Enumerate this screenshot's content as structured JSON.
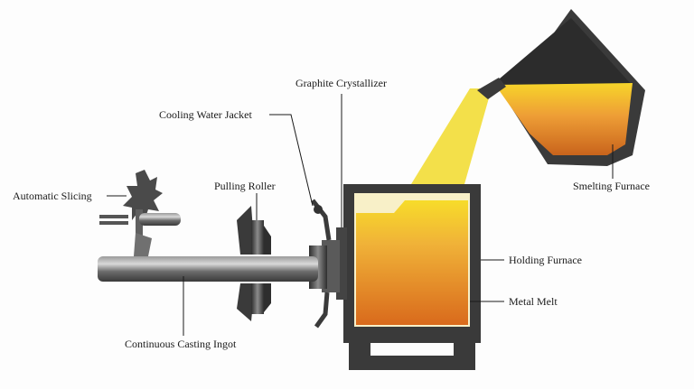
{
  "labels": {
    "graphite_crystallizer": "Graphite Crystallizer",
    "cooling_water_jacket": "Cooling Water Jacket",
    "pulling_roller": "Pulling Roller",
    "automatic_slicing": "Automatic Slicing",
    "continuous_casting_ingot": "Continuous Casting Ingot",
    "smelting_furnace": "Smelting Furnace",
    "holding_furnace": "Holding Furnace",
    "metal_melt": "Metal Melt"
  },
  "colors": {
    "melt_top": "#f6d21c",
    "melt_mid": "#eea23a",
    "melt_bottom": "#d86e1e",
    "pour_stream": "#f3e04a",
    "furnace_shell": "#3b3b3b",
    "metal": "#555555"
  }
}
